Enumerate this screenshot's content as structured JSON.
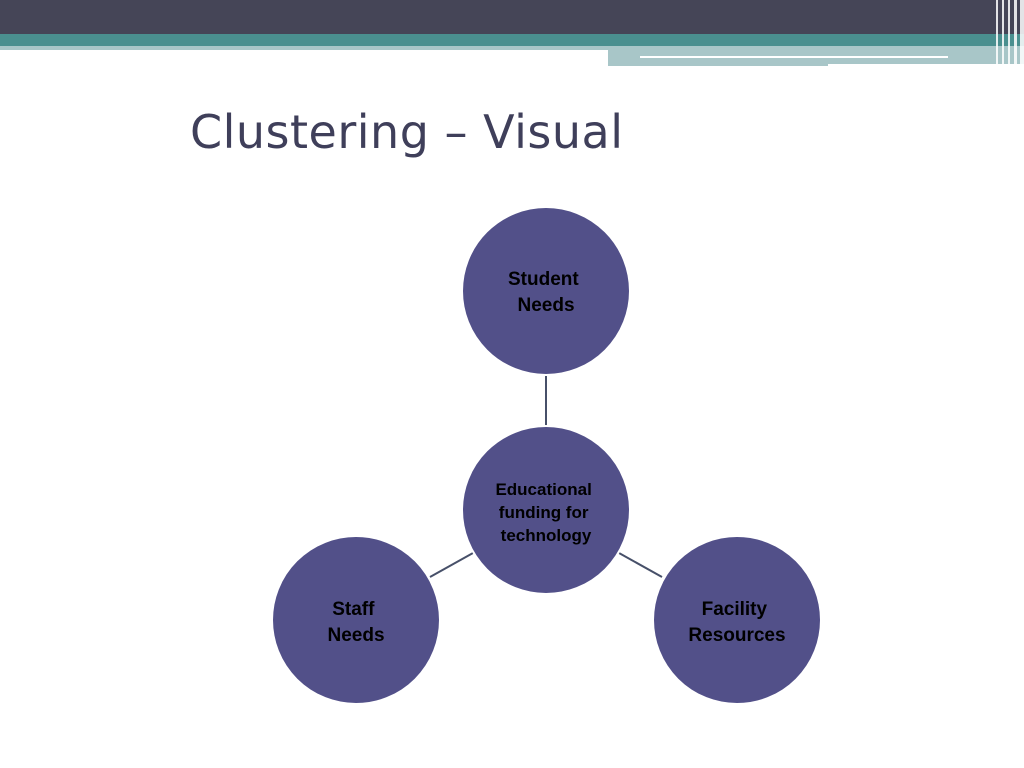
{
  "slide": {
    "title": "Clustering – Visual"
  },
  "theme": {
    "header_dark": "#454557",
    "header_teal": "#4a8f8f",
    "header_light": "#a8c6c8",
    "node_fill": "#525089",
    "node_stroke": "#ffffff",
    "connector": "#475069"
  },
  "diagram": {
    "center": {
      "lines": [
        "Educational",
        "funding for",
        "technology"
      ]
    },
    "satellites": [
      {
        "id": "student-needs",
        "lines": [
          "Student",
          "Needs"
        ]
      },
      {
        "id": "staff-needs",
        "lines": [
          "Staff",
          "Needs"
        ]
      },
      {
        "id": "facility-resources",
        "lines": [
          "Facility",
          "Resources"
        ]
      }
    ]
  }
}
